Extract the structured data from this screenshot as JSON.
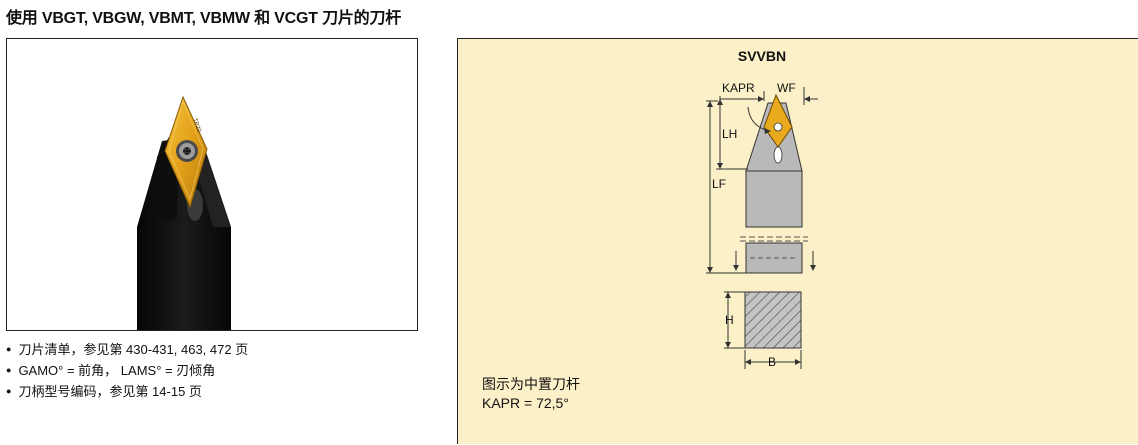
{
  "page": {
    "title": "使用 VBGT, VBGW, VBMT, VBMW 和 VCGT 刀片的刀杆"
  },
  "notes": [
    "刀片清单，参见第 430-431, 463, 472 页",
    "GAMO° = 前角， LAMS° = 刃倾角",
    "刀柄型号编码，参见第 14-15 页"
  ],
  "diagram": {
    "name": "SVVBN",
    "labels": {
      "kapr": "KAPR",
      "wf": "WF",
      "lh": "LH",
      "lf": "LF",
      "h": "H",
      "b": "B"
    },
    "caption": {
      "line1": "图示为中置刀杆",
      "line2": "KAPR = 72,5°"
    },
    "insert_marking": "TP20"
  },
  "colors": {
    "panel_background": "#fbf0c8",
    "insert_gold": "#e8a91e",
    "holder_gray": "#b9b9b9"
  }
}
